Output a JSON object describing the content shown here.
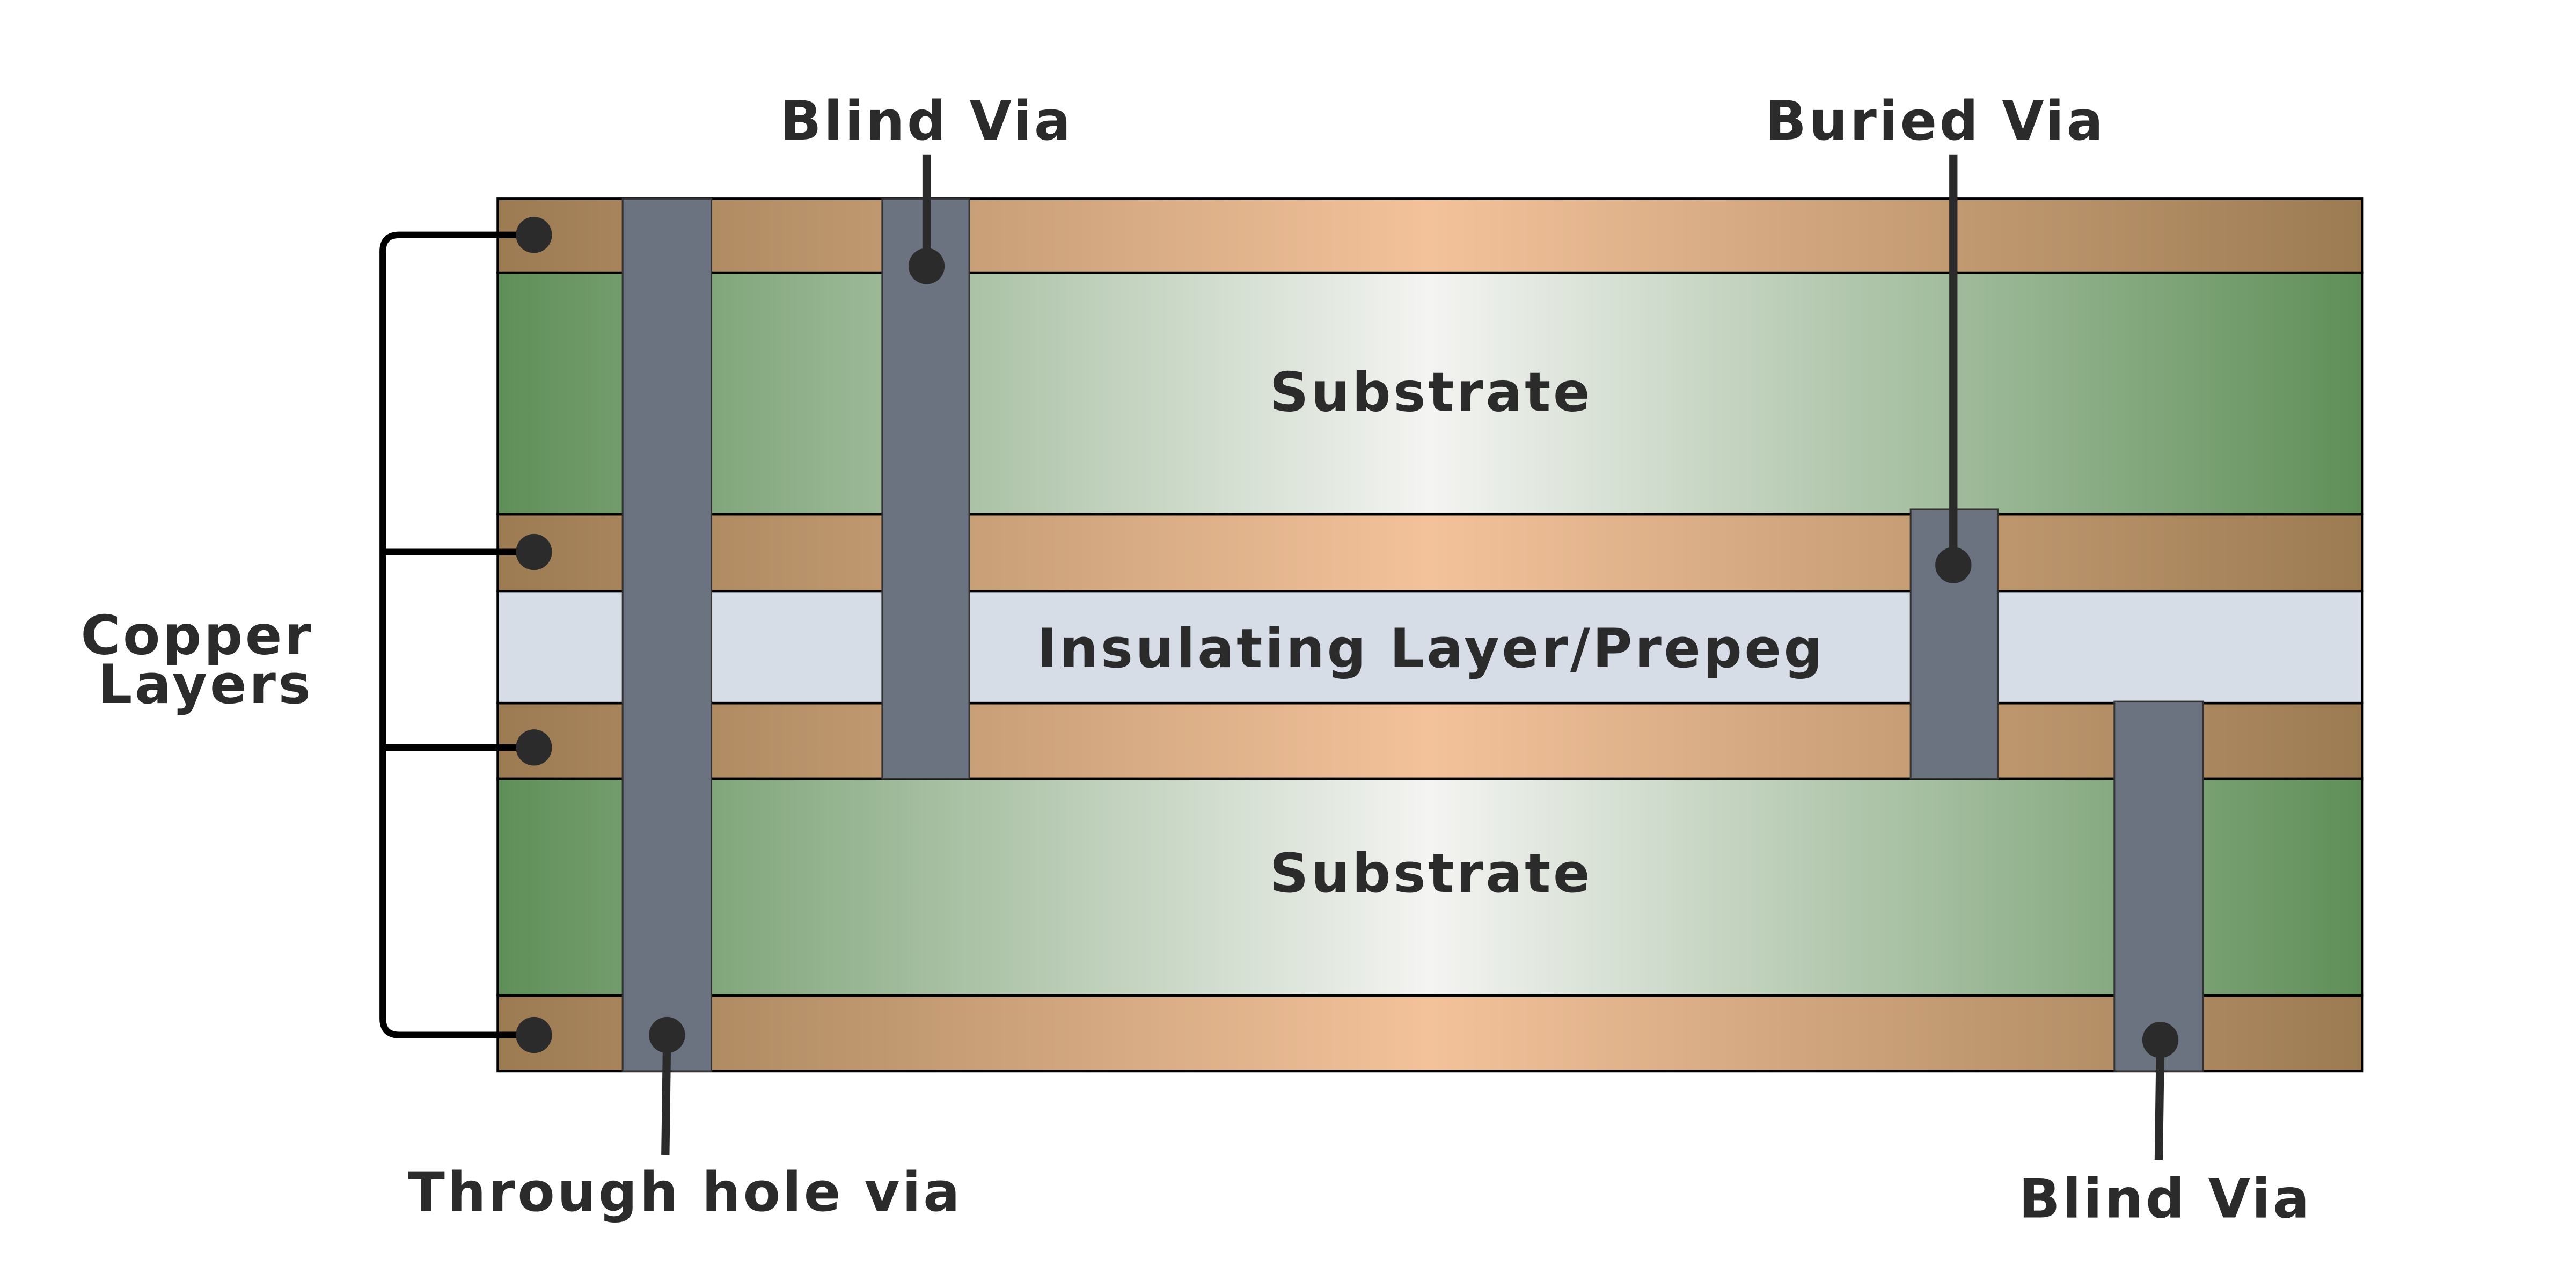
{
  "title": "PCB via types cross-section",
  "layers": {
    "substrate_top": "Substrate",
    "insulating": "Insulating Layer/Prepeg",
    "substrate_bottom": "Substrate"
  },
  "labels": {
    "blind_via_top": "Blind Via",
    "buried_via": "Buried Via",
    "through_hole_via": "Through hole via",
    "blind_via_bottom": "Blind Via",
    "copper_layers_line1": "Copper",
    "copper_layers_line2": "Layers"
  },
  "colors": {
    "copper_dark": "#9c7b52",
    "copper_light": "#f3c29b",
    "substrate_dark": "#5f8f58",
    "substrate_light": "#f4f4f2",
    "insulating": "#d6dde7",
    "via": "#6b7280",
    "marker": "#2b2b2b",
    "text": "#2b2b2b"
  }
}
